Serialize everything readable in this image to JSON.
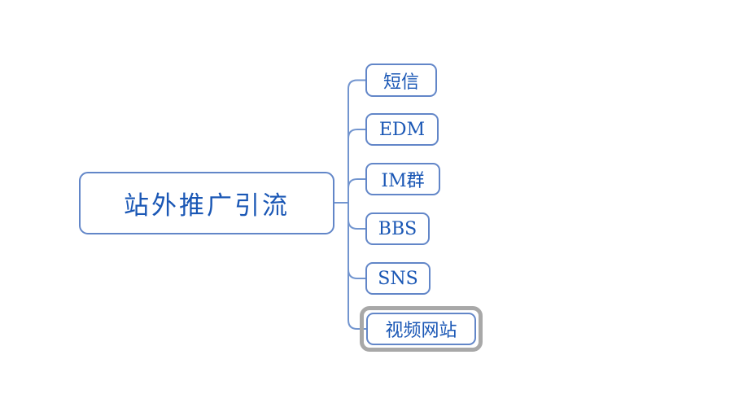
{
  "mindmap": {
    "root": {
      "label": "站外推广引流"
    },
    "children": [
      {
        "label": "短信",
        "selected": false
      },
      {
        "label": "EDM",
        "selected": false
      },
      {
        "label": "IM群",
        "selected": false
      },
      {
        "label": "BBS",
        "selected": false
      },
      {
        "label": "SNS",
        "selected": false
      },
      {
        "label": "视频网站",
        "selected": true
      }
    ],
    "colors": {
      "canvas_bg": "#ffffff",
      "node_border": "#6286c8",
      "node_text": "#1a57b5",
      "connector": "#7295cf",
      "selection_outline": "#a8a8a8"
    }
  }
}
